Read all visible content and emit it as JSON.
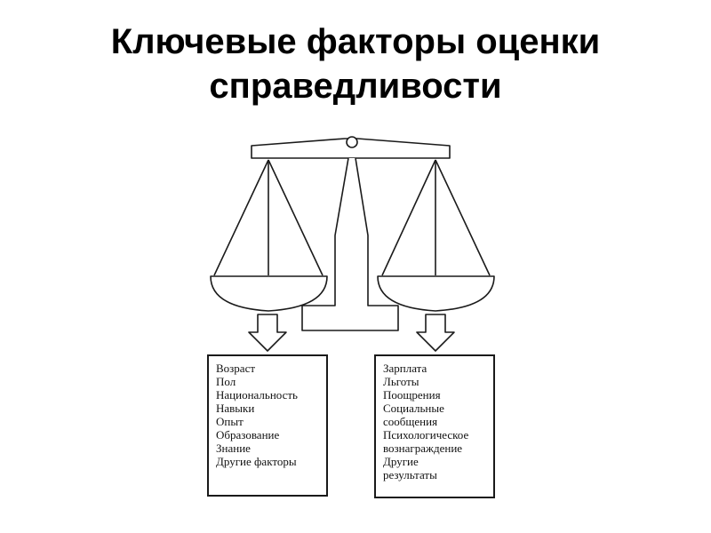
{
  "title": {
    "line1": "Ключевые факторы оценки",
    "line2": "справедливости"
  },
  "left_box": {
    "items": [
      "Возраст",
      "Пол",
      "Национальность",
      "Навыки",
      "Опыт",
      "Образование",
      "Знание",
      "Другие факторы"
    ]
  },
  "right_box": {
    "items": [
      "Зарплата",
      "Льготы",
      "Поощрения",
      "Социальные",
      "сообщения",
      "Психологическое",
      "вознаграждение",
      "Другие",
      "результаты"
    ]
  },
  "colors": {
    "stroke": "#1a1a1a",
    "text": "#111111",
    "background": "#ffffff"
  }
}
